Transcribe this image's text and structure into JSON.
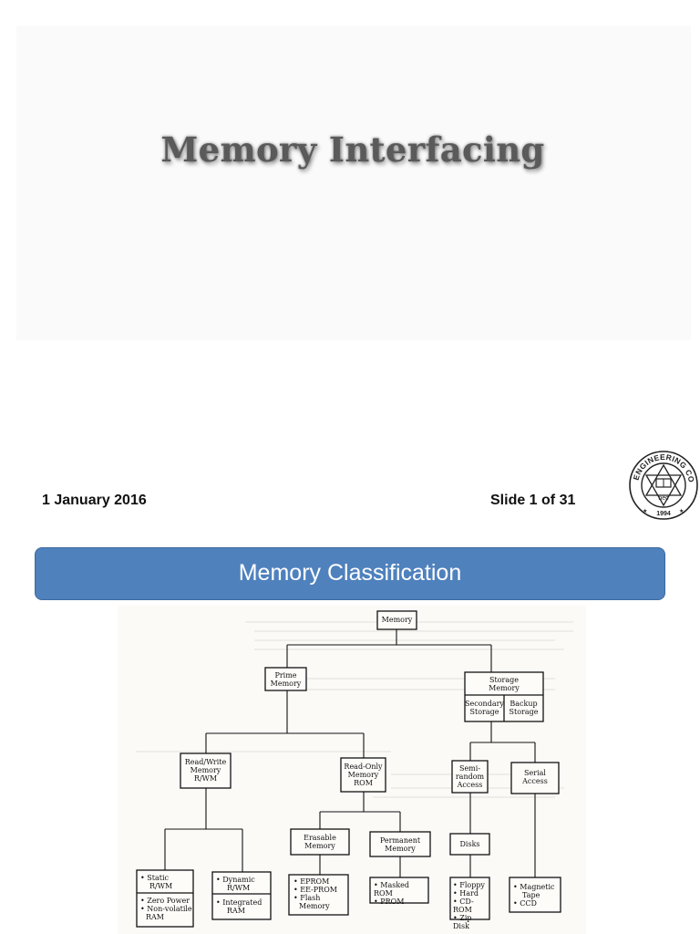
{
  "slide1": {
    "title": "Memory Interfacing",
    "date": "1 January 2016",
    "slide_number": "Slide 1 of 31",
    "logo": {
      "ring_text": "NEPAL ENGINEERING COLLEGE",
      "initials": "nec",
      "year": "1994"
    }
  },
  "slide2": {
    "title": "Memory Classification",
    "diagram": {
      "root": "Memory",
      "prime": [
        "Prime",
        "Memory"
      ],
      "storage": [
        "Storage",
        "Memory"
      ],
      "secondary": [
        "Secondary",
        "Storage"
      ],
      "backup": [
        "Backup",
        "Storage"
      ],
      "rwm": [
        "Read/Write",
        "Memory",
        "R/WM"
      ],
      "rom": [
        "Read-Only",
        "Memory",
        "ROM"
      ],
      "semirandom": [
        "Semi-",
        "random",
        "Access"
      ],
      "serial": [
        "Serial",
        "Access"
      ],
      "erasable": [
        "Erasable",
        "Memory"
      ],
      "permanent": [
        "Permanent",
        "Memory"
      ],
      "disks": "Disks",
      "static": {
        "top": [
          "• Static",
          "R/WM"
        ],
        "bottom": [
          "• Zero Power",
          "• Non-volatile",
          "RAM"
        ]
      },
      "dynamic": {
        "top": [
          "• Dynamic",
          "R/WM"
        ],
        "bottom": [
          "• Integrated",
          "RAM"
        ]
      },
      "erasable_list": [
        "• EPROM",
        "• EE-PROM",
        "• Flash",
        "Memory"
      ],
      "permanent_list": [
        "• Masked ROM",
        "• PROM"
      ],
      "disks_list": [
        "• Floppy",
        "• Hard",
        "• CD-ROM",
        "• Zip Disk"
      ],
      "serial_list": [
        "• Magnetic",
        "Tape",
        "• CCD"
      ]
    }
  }
}
